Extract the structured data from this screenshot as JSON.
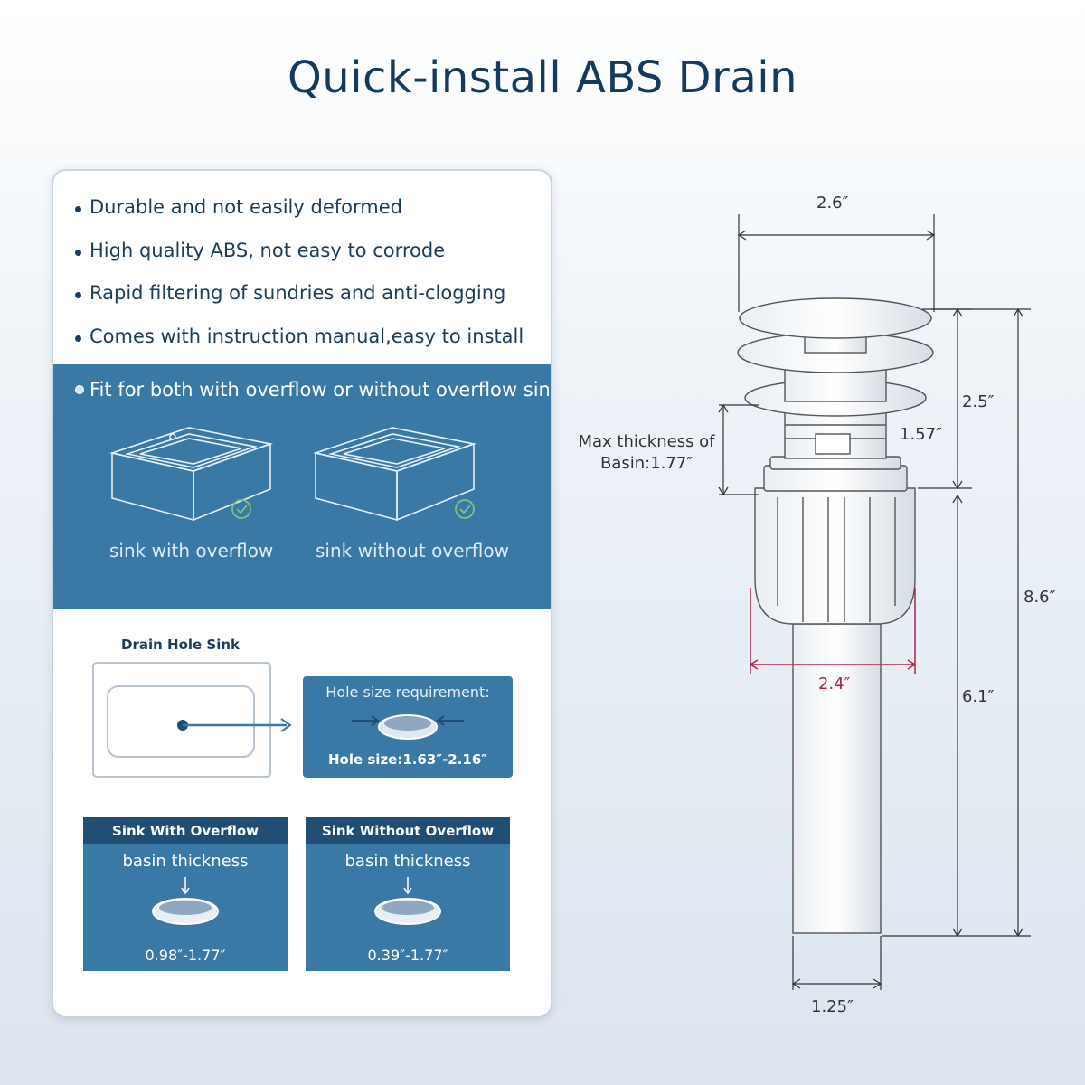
{
  "title": "Quick-install ABS Drain",
  "features": [
    "Durable and not easily deformed",
    "High quality ABS, not easy to corrode",
    "Rapid filtering of sundries and anti-clogging",
    "Comes with instruction manual,easy to install"
  ],
  "fit": {
    "text": "Fit for both with overflow or without overflow sink",
    "sink_with_overflow": "sink with overflow",
    "sink_without_overflow": "sink without overflow"
  },
  "drain_hole": {
    "label": "Drain Hole Sink",
    "requirement_title": "Hole size requirement:",
    "hole_size": "Hole size:1.63″-2.16″"
  },
  "panels": [
    {
      "header": "Sink With Overflow",
      "basin_label": "basin thickness",
      "range": "0.98″-1.77″"
    },
    {
      "header": "Sink Without Overflow",
      "basin_label": "basin thickness",
      "range": "0.39″-1.77″"
    }
  ],
  "dimensions": {
    "cap_width": "2.6″",
    "upper_height": "2.5″",
    "thread_length": "1.57″",
    "max_basin": "Max thickness of Basin:1.77″",
    "body_width": "2.4″",
    "lower_height": "6.1″",
    "total_height": "8.6″",
    "pipe_diameter": "1.25″"
  },
  "colors": {
    "panel_blue": "#3a78a6",
    "header_navy": "#1f4d73",
    "title_navy": "#16395e",
    "dimension_red": "#b0224a"
  }
}
